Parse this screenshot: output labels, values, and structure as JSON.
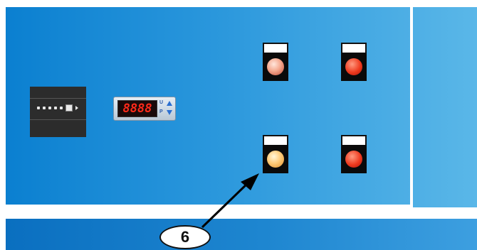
{
  "counter": {
    "icon": "hour-counter"
  },
  "controller": {
    "display_value": "8888",
    "label_top": "U",
    "label_bottom": "P"
  },
  "buttons": [
    {
      "lamp": "pink"
    },
    {
      "lamp": "red"
    },
    {
      "lamp": "amber"
    },
    {
      "lamp": "red"
    }
  ],
  "callout": {
    "number": "6"
  },
  "colors": {
    "panel_blue": "#0a7fd0",
    "frame": "#ffffff",
    "lamp_red": "#ee3a1e",
    "lamp_amber": "#ffcc7a",
    "display_red": "#ff2a1a"
  }
}
